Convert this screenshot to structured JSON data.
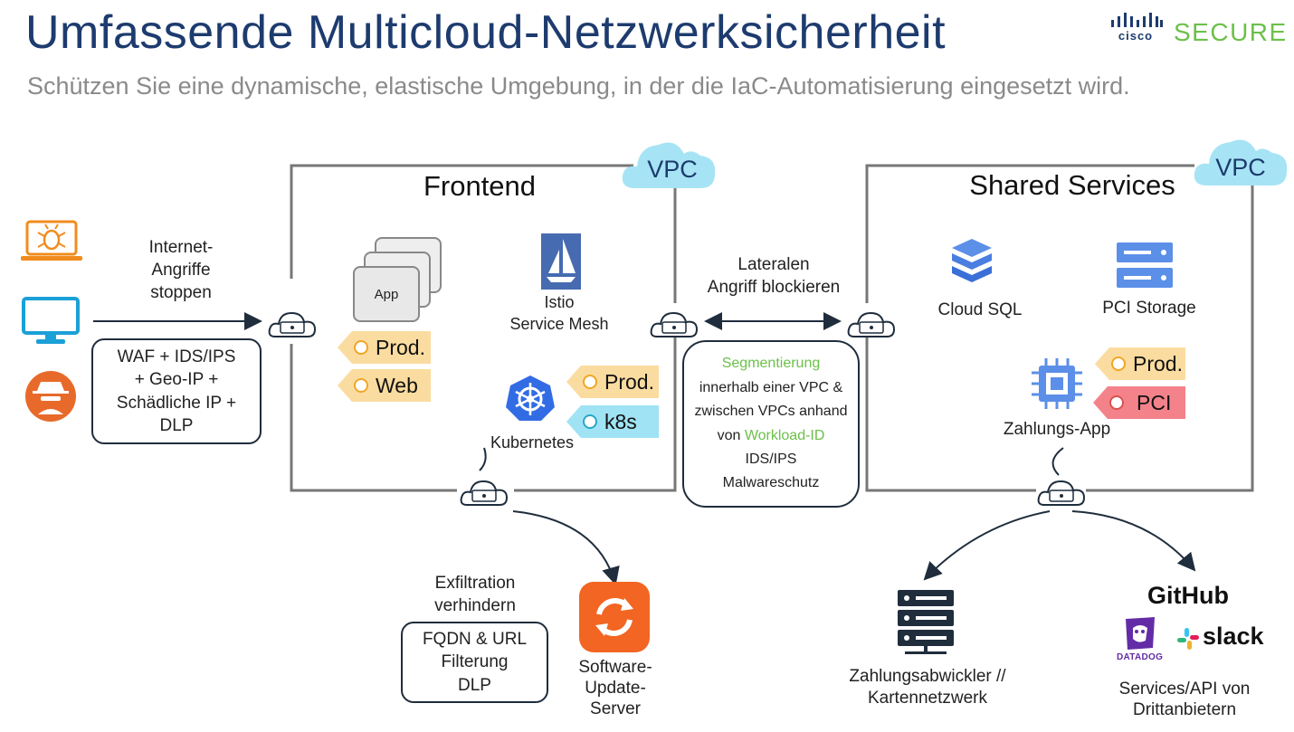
{
  "header": {
    "title": "Umfassende Multicloud-Netzwerksicherheit",
    "subtitle": "Schützen Sie eine dynamische, elastische Umgebung, in der die IaC-Automatisierung eingesetzt wird.",
    "brand_cisco": "cisco",
    "brand_secure": "SECURE"
  },
  "left": {
    "attack_label": "Internet-\nAngriffe\nstoppen",
    "waf_box": "WAF + IDS/IPS\n+ Geo-IP +\nSchädliche IP +\nDLP"
  },
  "frontend": {
    "title": "Frontend",
    "vpc_badge": "VPC",
    "app_label": "App",
    "istio_label": "Istio\nService Mesh",
    "kubernetes_label": "Kubernetes",
    "tags": [
      "Prod.",
      "Web"
    ],
    "k8s_tags": [
      "Prod.",
      "k8s"
    ]
  },
  "lateral": {
    "label": "Lateralen\nAngriff blockieren",
    "box_line1": "Segmentierung",
    "box_line2": "innerhalb einer VPC &",
    "box_line3": "zwischen VPCs anhand",
    "box_line4_prefix": "von ",
    "box_line4_highlight": "Workload-ID",
    "box_line5": "IDS/IPS",
    "box_line6": "Malwareschutz"
  },
  "shared": {
    "title": "Shared Services",
    "vpc_badge": "VPC",
    "cloud_sql_label": "Cloud SQL",
    "pci_storage_label": "PCI Storage",
    "payment_app_label": "Zahlungs-App",
    "tags": [
      "Prod.",
      "PCI"
    ]
  },
  "bottom": {
    "exfil_label": "Exfiltration\nverhindern",
    "fqdn_box": "FQDN & URL\nFilterung\nDLP",
    "software_label": "Software-\nUpdate-\nServer",
    "processor_label": "Zahlungsabwickler //\nKartennetzwerk",
    "thirdparty_label": "Services/API von\nDrittanbietern",
    "github": "GitHub",
    "datadog": "DATADOG",
    "slack": "slack"
  },
  "colors": {
    "title": "#1d3b6e",
    "brand_green": "#6cc04a",
    "icon_blue": "#1ba0d7",
    "icon_orange": "#f08c1e",
    "tag_orange": "#fbdca0",
    "tag_red": "#f4828a",
    "tag_cyan": "#9fe3f4"
  }
}
